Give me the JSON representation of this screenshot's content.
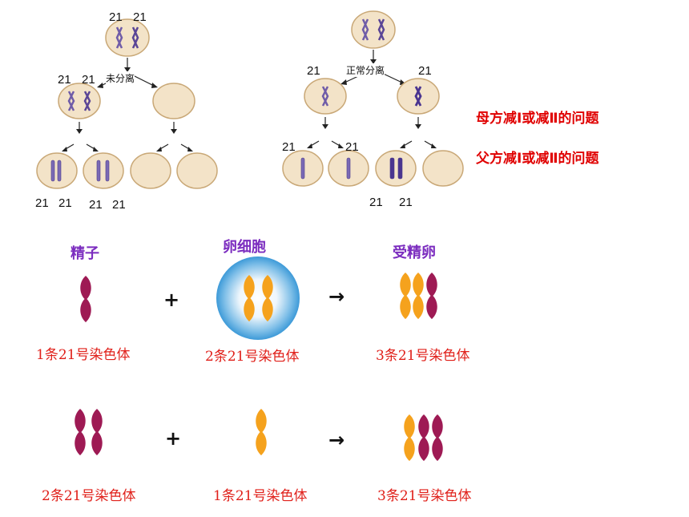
{
  "left_diagram": {
    "top_labels": [
      "21",
      "21"
    ],
    "process_label": "未分离",
    "mid_labels": [
      "21",
      "21"
    ],
    "bottom_labels": [
      "21",
      "21",
      "21",
      "21"
    ]
  },
  "right_diagram": {
    "process_label": "正常分离",
    "mid_labels": [
      "21",
      "21"
    ],
    "lower_labels": [
      "21",
      "21"
    ],
    "bottom_labels": [
      "21",
      "21"
    ]
  },
  "side_notes": [
    "母方减Ⅰ或减Ⅱ的问题",
    "父方减Ⅰ或减Ⅱ的问题"
  ],
  "row1": {
    "sperm_label": "精子",
    "egg_label": "卵细胞",
    "zygote_label": "受精卵",
    "plus": "+",
    "arrow": "→",
    "captions": [
      "1条21号染色体",
      "2条21号染色体",
      "3条21号染色体"
    ]
  },
  "row2": {
    "plus": "+",
    "arrow": "→",
    "captions": [
      "2条21号染色体",
      "1条21号染色体",
      "3条21号染色体"
    ]
  },
  "colors": {
    "cell_fill": "#f3e3c8",
    "cell_stroke": "#c9a877",
    "chromosome_purple": "#6f5ca8",
    "chromosome_maroon": "#9e1a54",
    "chromosome_orange": "#f5a21d",
    "egg_blue": "#3d9ad8"
  }
}
